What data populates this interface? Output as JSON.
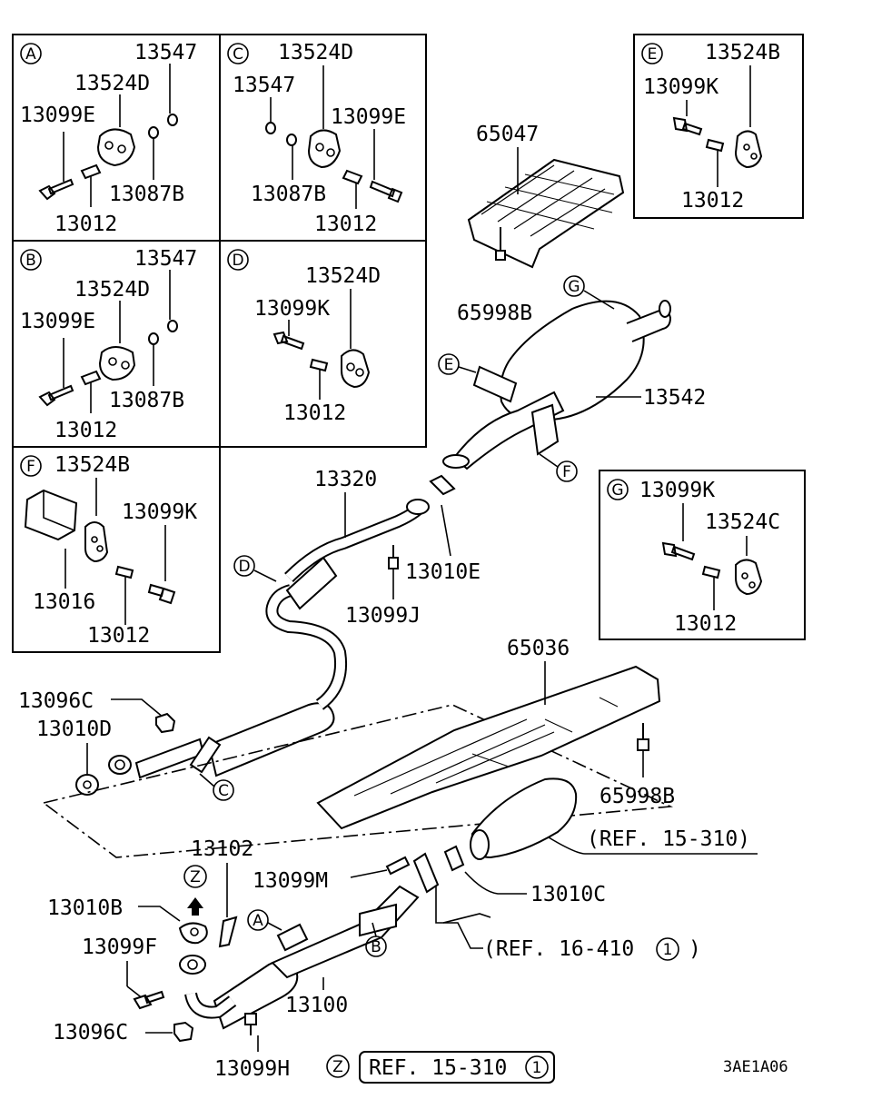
{
  "boxes": {
    "A": {
      "letter": "A",
      "parts": [
        "13547",
        "13524D",
        "13099E",
        "13087B",
        "13012"
      ]
    },
    "B": {
      "letter": "B",
      "parts": [
        "13547",
        "13524D",
        "13099E",
        "13087B",
        "13012"
      ]
    },
    "C": {
      "letter": "C",
      "parts": [
        "13524D",
        "13547",
        "13099E",
        "13087B",
        "13012"
      ]
    },
    "D": {
      "letter": "D",
      "parts": [
        "13524D",
        "13099K",
        "13012"
      ]
    },
    "E": {
      "letter": "E",
      "parts": [
        "13524B",
        "13099K",
        "13012"
      ]
    },
    "F": {
      "letter": "F",
      "parts": [
        "13524B",
        "13099K",
        "13016",
        "13012"
      ]
    },
    "G": {
      "letter": "G",
      "parts": [
        "13099K",
        "13524C",
        "13012"
      ]
    }
  },
  "main_labels": {
    "heat_shield_upper": "65047",
    "bolt_upper": "65998B",
    "muffler": "13542",
    "center_pipe": "13320",
    "gasket_e": "13010E",
    "bolt_j": "13099J",
    "heat_shield_lower": "65036",
    "bolt_lower": "65998B",
    "nut_c_upper": "13096C",
    "gasket_d": "13010D",
    "gasket_c": "13010C",
    "bolt_m": "13099M",
    "bracket": "13102",
    "gasket_b": "13010B",
    "bolt_f": "13099F",
    "nut_c_lower": "13096C",
    "front_pipe": "13100",
    "bolt_h": "13099H"
  },
  "callouts": {
    "A": "A",
    "B": "B",
    "C": "C",
    "D": "D",
    "E": "E",
    "F": "F",
    "G": "G",
    "Z": "Z"
  },
  "references": {
    "ref1": "(REF. 15-310)",
    "ref2_text": "(REF. 16-410",
    "ref2_num": "1",
    "ref2_close": ")",
    "ref3_text": "REF. 15-310",
    "ref3_num": "1"
  },
  "diagram_code": "3AE1A06"
}
